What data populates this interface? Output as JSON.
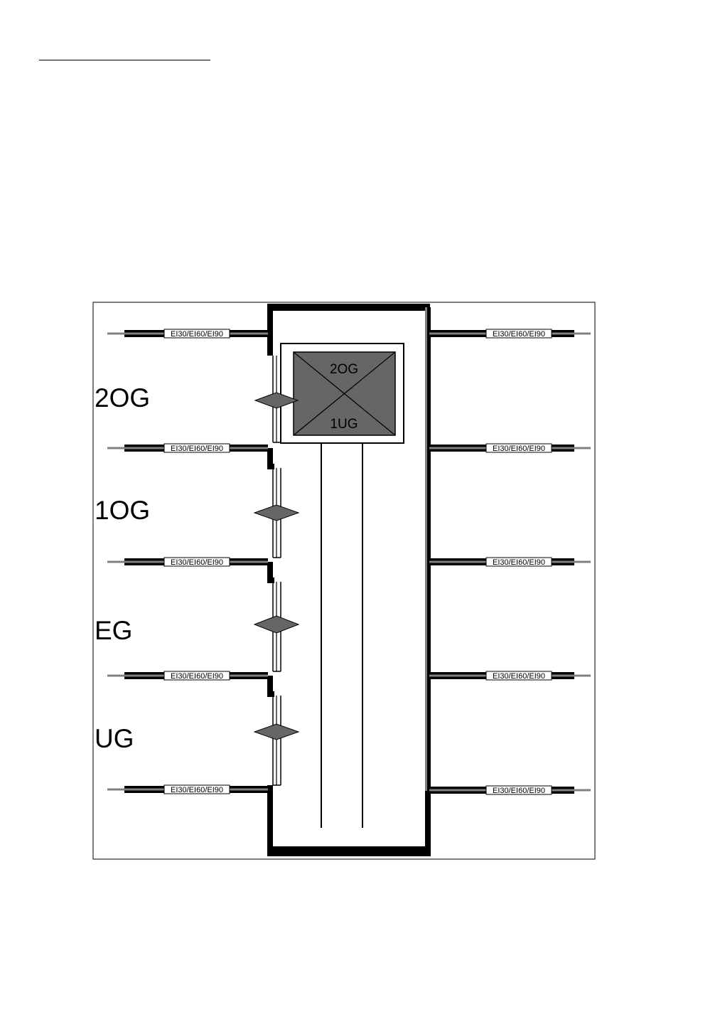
{
  "diagram": {
    "floors": [
      {
        "label": "2OG"
      },
      {
        "label": "1OG"
      },
      {
        "label": "EG"
      },
      {
        "label": "UG"
      }
    ],
    "wall_rating": "EI30/EI60/EI90",
    "car": {
      "top_label": "2OG",
      "bottom_label": "1UG"
    },
    "colors": {
      "line": "#000000",
      "wall_gray": "#808080",
      "car_fill": "#666666",
      "door_marker": "#666666"
    }
  }
}
